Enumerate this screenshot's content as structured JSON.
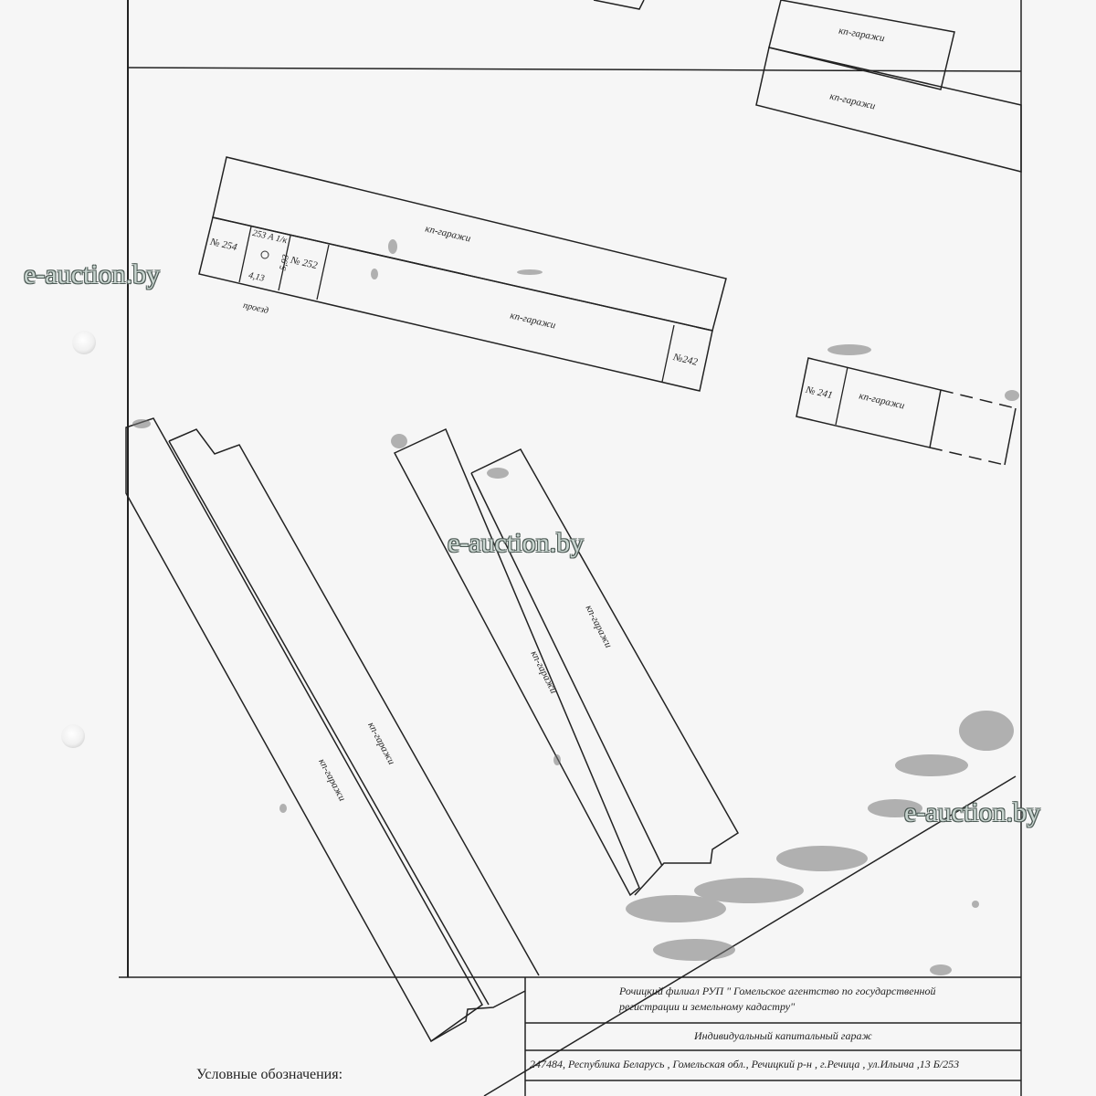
{
  "watermark": "e-auction.by",
  "plan": {
    "garages_label": "кп-гаражи",
    "lots": {
      "n254": "№ 254",
      "n253": "253 А 1/к",
      "n252": "№ 252",
      "n242": "№242",
      "n241": "№ 241"
    },
    "dims": {
      "width": "5,93",
      "length": "4,13"
    },
    "passage": "проезд"
  },
  "title_block": {
    "org_line1": "Рочицкий филиал РУП \" Гомельское агентство по государственной",
    "org_line2": "регистрации и земельному кадастру\"",
    "object_name": "Индивидуальный капитальный гараж",
    "address": "247484, Республика Беларусь , Гомельская обл., Речицкий р-н , г.Речица , ул.Ильича ,13 Б/253"
  },
  "legend_title": "Условные обозначения:"
}
